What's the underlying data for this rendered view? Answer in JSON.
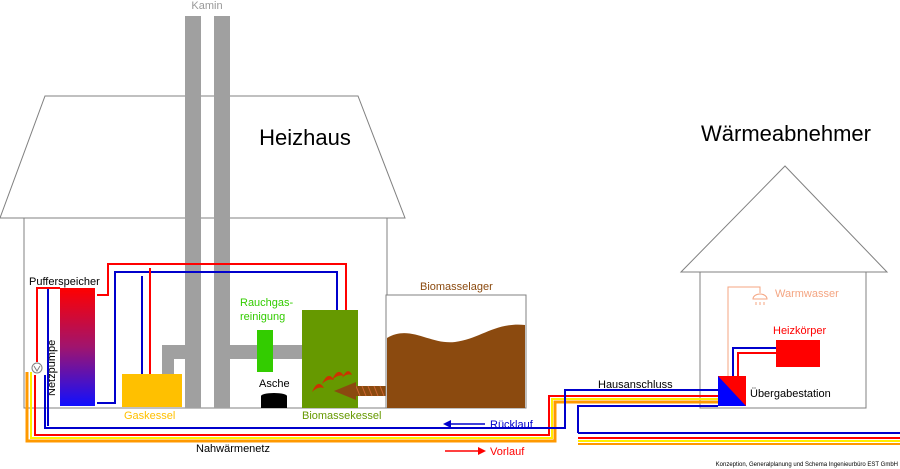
{
  "labels": {
    "kamin": "Kamin",
    "heizhaus": "Heizhaus",
    "waermeabnehmer": "Wärmeabnehmer",
    "pufferspeicher": "Pufferspeicher",
    "netzpumpe": "Netzpumpe",
    "gaskessel": "Gaskessel",
    "rauchgas_line1": "Rauchgas-",
    "rauchgas_line2": "reinigung",
    "asche": "Asche",
    "biomassekessel": "Biomassekessel",
    "biomasselager": "Biomasselager",
    "hausanschluss": "Hausanschluss",
    "warmwasser": "Warmwasser",
    "heizkoerper": "Heizkörper",
    "uebergabestation": "Übergabestation",
    "ruecklauf": "Rücklauf",
    "vorlauf": "Vorlauf",
    "nahwaermenetz": "Nahwärmenetz",
    "credit": "Konzeption, Generalplanung und Schema Ingenieurbüro EST GmbH"
  },
  "colors": {
    "chimney": "#a0a0a0",
    "outline": "#808080",
    "supply": "#ff0000",
    "return": "#0000cc",
    "net_orange": "#ff9900",
    "net_yellow": "#ffee00",
    "gas_boiler": "#ffc000",
    "biomass_boiler": "#669900",
    "flue_cleaning": "#33cc00",
    "biomass_store": "#8b4a0f",
    "ash": "#000000",
    "heizkoerper": "#ff0000",
    "warmwasser": "#f4a582",
    "kamin_label": "#999999",
    "biomasselager_label": "#8b4a0f",
    "gaskessel_label": "#ffc000",
    "biomassekessel_label": "#669900",
    "rauchgas_label": "#33cc00"
  }
}
